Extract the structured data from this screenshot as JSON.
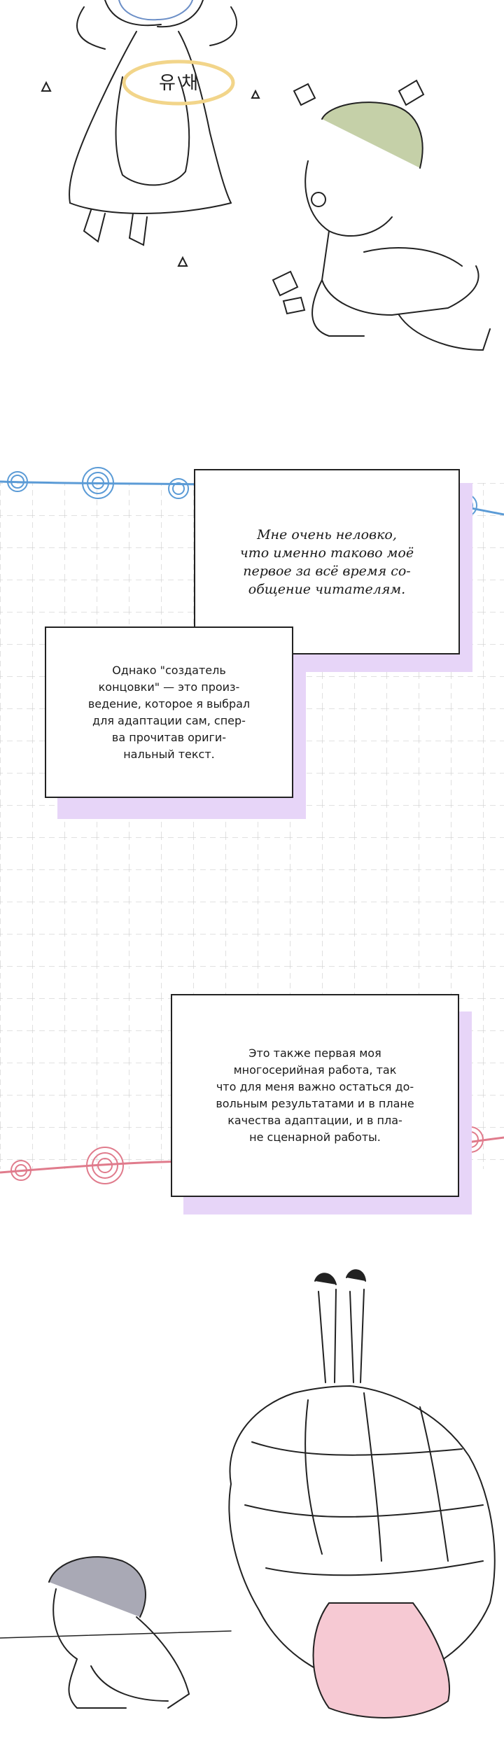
{
  "top_illustration": {
    "halo_text": "유 채"
  },
  "colors": {
    "grid": "#cfcfcf",
    "shadow": "#e7d5f8",
    "blue_line": "#5b9bd6",
    "pink_line": "#e07b8c",
    "hair_green": "#b7c59a",
    "hair_gray": "#8f8f9c",
    "pink_hair": "#f6c9d3"
  },
  "boxes": {
    "box1": "Мне очень неловко,\nчто именно таково моё\nпервое за всё время со-\nобщение читателям.",
    "box2": "Однако \"создатель\nконцовки\" — это произ-\nведение, которое я выбрал\nдля адаптации сам, спер-\nва прочитав ориги-\nнальный текст.",
    "box3": "Это также первая моя\nмногосерийная работа, так\nчто для меня важно остаться до-\nвольным результатами и в плане\nкачества адаптации, и в пла-\nне сценарной работы."
  }
}
